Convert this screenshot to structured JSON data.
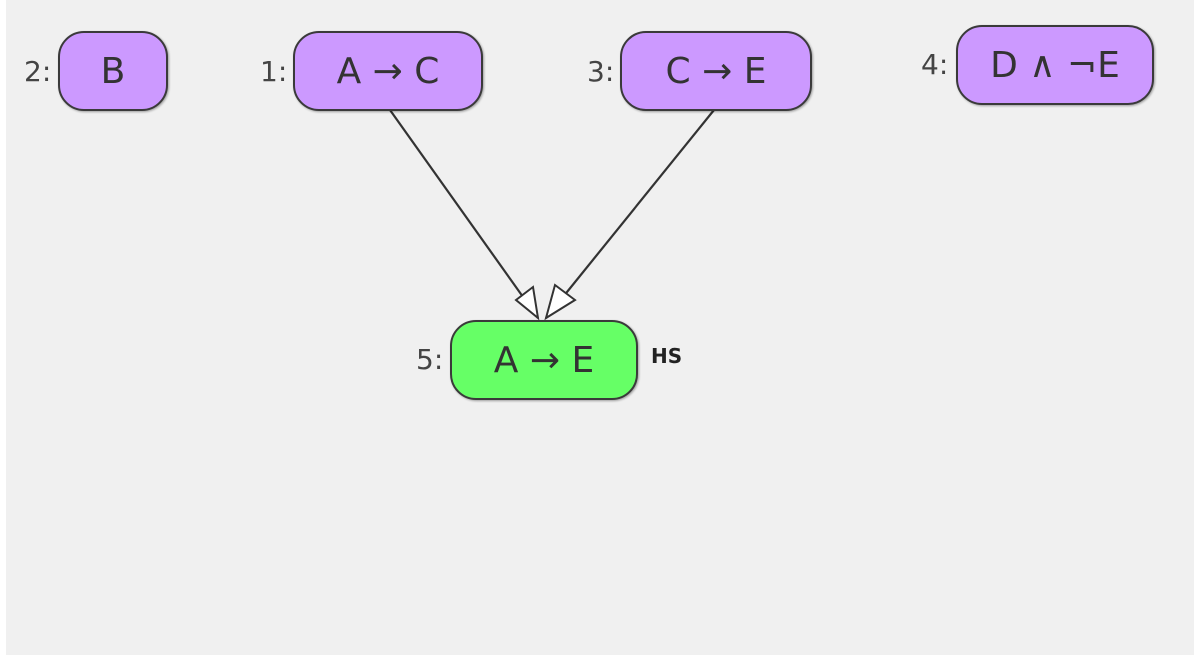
{
  "colors": {
    "premise_fill": "#cc99ff",
    "derived_fill": "#66ff66",
    "background": "#f0f0f0",
    "edge": "#333333",
    "arrowhead_fill": "#ffffff"
  },
  "nodes": [
    {
      "id": "n2",
      "index": "2:",
      "formula": "B",
      "kind": "premise"
    },
    {
      "id": "n1",
      "index": "1:",
      "formula": "A → C",
      "kind": "premise"
    },
    {
      "id": "n3",
      "index": "3:",
      "formula": "C → E",
      "kind": "premise"
    },
    {
      "id": "n4",
      "index": "4:",
      "formula": "D ∧ ¬E",
      "kind": "premise"
    },
    {
      "id": "n5",
      "index": "5:",
      "formula": "A → E",
      "kind": "derived",
      "rule": "HS"
    }
  ],
  "edges": [
    {
      "from": "n1",
      "to": "n5"
    },
    {
      "from": "n3",
      "to": "n5"
    }
  ]
}
